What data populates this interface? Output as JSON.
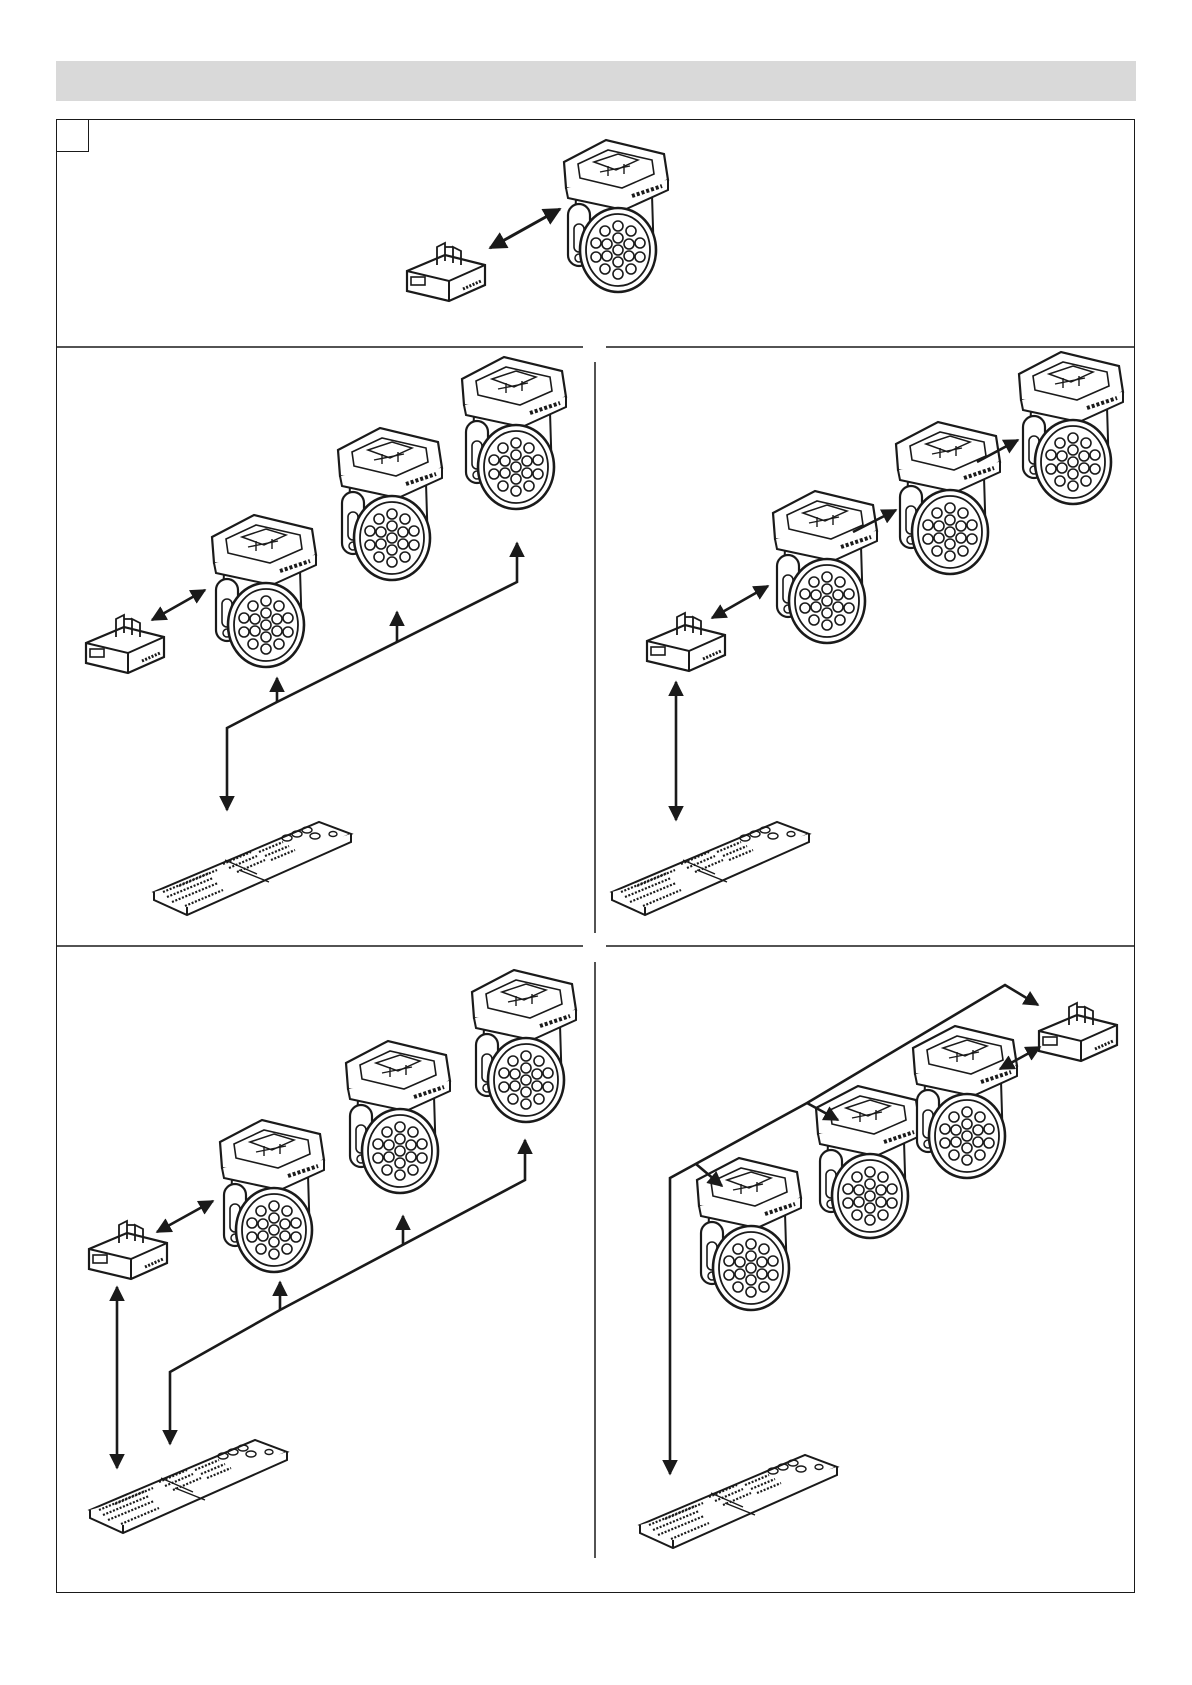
{
  "header": {
    "text": ""
  },
  "figure": {
    "label": ""
  },
  "colors": {
    "line": "#1a1a1a",
    "header": "#d9d9d9",
    "fixture_fill": "#ffffff"
  },
  "panels": [
    {
      "id": "top",
      "devices": [
        "wireless-transmitter",
        "moving-head"
      ]
    },
    {
      "id": "middle-left",
      "devices": [
        "wireless-transmitter",
        "moving-head",
        "moving-head",
        "moving-head",
        "lighting-console"
      ]
    },
    {
      "id": "middle-right",
      "devices": [
        "wireless-transmitter",
        "moving-head",
        "moving-head",
        "moving-head",
        "lighting-console"
      ]
    },
    {
      "id": "bottom-left",
      "devices": [
        "wireless-transmitter",
        "moving-head",
        "moving-head",
        "moving-head",
        "lighting-console"
      ]
    },
    {
      "id": "bottom-right",
      "devices": [
        "wireless-transmitter",
        "moving-head",
        "moving-head",
        "moving-head",
        "lighting-console"
      ]
    }
  ]
}
